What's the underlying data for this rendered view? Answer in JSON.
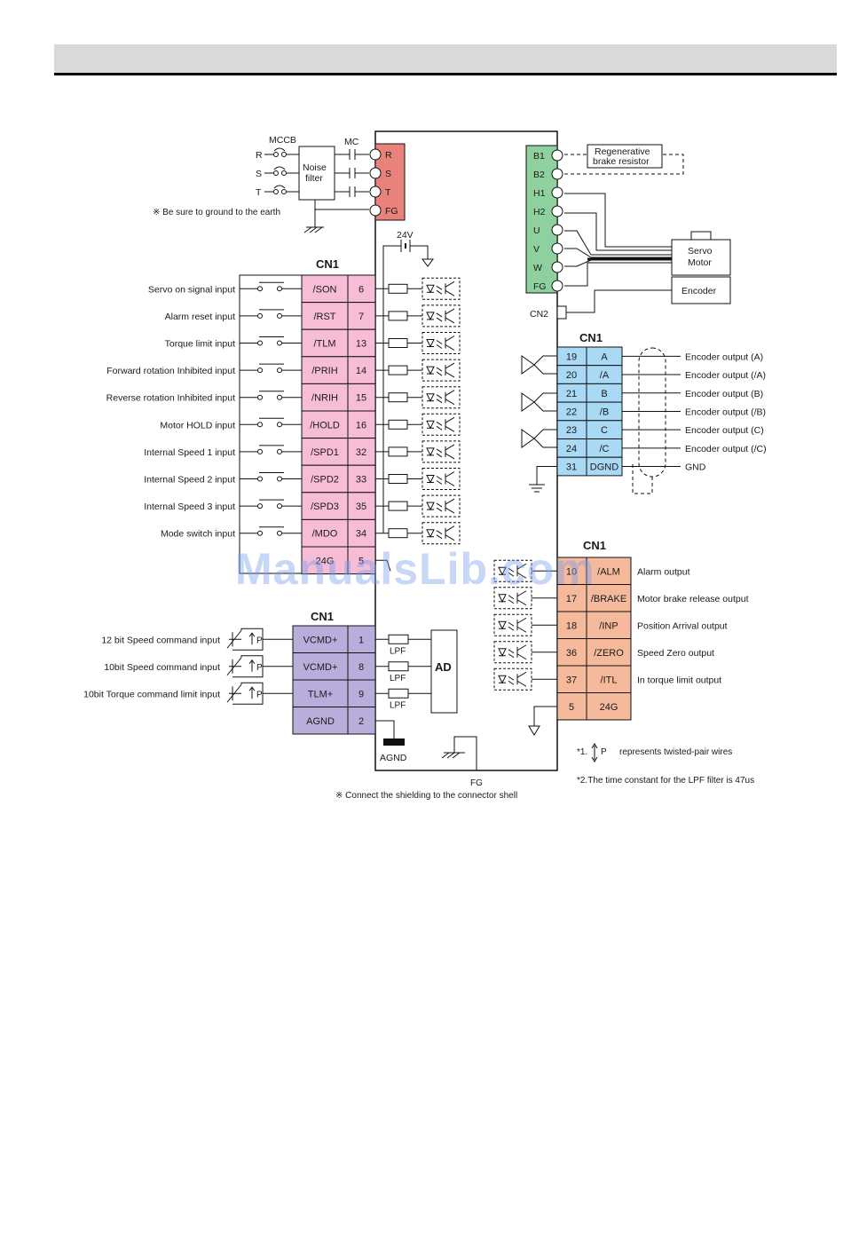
{
  "watermark": "ManualsLib.com",
  "power": {
    "mccb": "MCCB",
    "mc": "MC",
    "noise_filter": [
      "Noise",
      "filter"
    ],
    "lines": [
      "R",
      "S",
      "T"
    ],
    "terminals": [
      "R",
      "S",
      "T",
      "FG"
    ],
    "ground_note": "※ Be sure to ground to the earth",
    "color": "#e8827a"
  },
  "regen": {
    "terminals": [
      "B1",
      "B2",
      "H1",
      "H2",
      "U",
      "V",
      "W",
      "FG"
    ],
    "resistor": [
      "Regenerative",
      "brake resistor"
    ],
    "servo_motor": [
      "Servo",
      "Motor"
    ],
    "encoder": "Encoder",
    "cn2": "CN2",
    "color": "#8fd19e"
  },
  "supply_24v": "24V",
  "input_block": {
    "title": "CN1",
    "color": "#f7bcd6",
    "rows": [
      {
        "label": "Servo on signal input",
        "signal": "/SON",
        "pin": "6"
      },
      {
        "label": "Alarm reset input",
        "signal": "/RST",
        "pin": "7"
      },
      {
        "label": "Torque limit input",
        "signal": "/TLM",
        "pin": "13"
      },
      {
        "label": "Forward rotation Inhibited input",
        "signal": "/PRIH",
        "pin": "14"
      },
      {
        "label": "Reverse rotation Inhibited input",
        "signal": "/NRIH",
        "pin": "15"
      },
      {
        "label": "Motor HOLD input",
        "signal": "/HOLD",
        "pin": "16"
      },
      {
        "label": "Internal Speed 1 input",
        "signal": "/SPD1",
        "pin": "32"
      },
      {
        "label": "Internal Speed 2 input",
        "signal": "/SPD2",
        "pin": "33"
      },
      {
        "label": "Internal Speed 3 input",
        "signal": "/SPD3",
        "pin": "35"
      },
      {
        "label": "Mode switch input",
        "signal": "/MDO",
        "pin": "34"
      },
      {
        "label": "",
        "signal": "24G",
        "pin": "5"
      }
    ]
  },
  "encoder_block": {
    "title": "CN1",
    "color": "#a9d9f5",
    "rows": [
      {
        "pin": "19",
        "signal": "A",
        "label": "Encoder output (A)"
      },
      {
        "pin": "20",
        "signal": "/A",
        "label": "Encoder output (/A)"
      },
      {
        "pin": "21",
        "signal": "B",
        "label": "Encoder output (B)"
      },
      {
        "pin": "22",
        "signal": "/B",
        "label": "Encoder output (/B)"
      },
      {
        "pin": "23",
        "signal": "C",
        "label": "Encoder output (C)"
      },
      {
        "pin": "24",
        "signal": "/C",
        "label": "Encoder output (/C)"
      },
      {
        "pin": "31",
        "signal": "DGND",
        "label": "GND"
      }
    ]
  },
  "output_block": {
    "title": "CN1",
    "color": "#f5b99c",
    "rows": [
      {
        "pin": "10",
        "signal": "/ALM",
        "label": "Alarm output"
      },
      {
        "pin": "17",
        "signal": "/BRAKE",
        "label": "Motor brake release output"
      },
      {
        "pin": "18",
        "signal": "/INP",
        "label": "Position Arrival output"
      },
      {
        "pin": "36",
        "signal": "/ZERO",
        "label": "Speed Zero output"
      },
      {
        "pin": "37",
        "signal": "/ITL",
        "label": "In torque limit output"
      },
      {
        "pin": "5",
        "signal": "24G",
        "label": ""
      }
    ]
  },
  "analog_block": {
    "title": "CN1",
    "color": "#b9aedb",
    "rows": [
      {
        "label": "12 bit Speed command input",
        "signal": "VCMD+",
        "pin": "1"
      },
      {
        "label": "10bit Speed command input",
        "signal": "VCMD+",
        "pin": "8"
      },
      {
        "label": "10bit Torque command limit input",
        "signal": "TLM+",
        "pin": "9"
      },
      {
        "label": "",
        "signal": "AGND",
        "pin": "2"
      }
    ],
    "lpf": "LPF",
    "ad": "AD",
    "agnd": "AGND",
    "twisted": "P"
  },
  "fg_label": "FG",
  "shield_note": "※ Connect the shielding to the connector shell",
  "notes": {
    "note1_prefix": "*1.",
    "note1_p": "P",
    "note1_text": "represents twisted-pair wires",
    "note2": "*2.The time constant for the LPF filter is 47us"
  }
}
